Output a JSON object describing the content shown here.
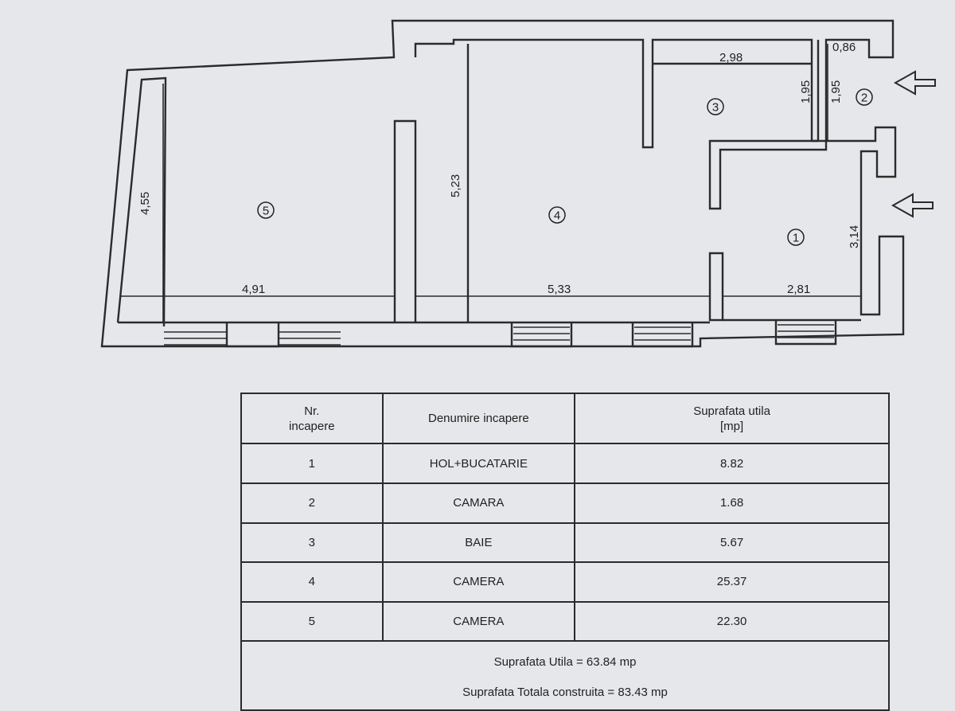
{
  "floor_plan": {
    "rooms": [
      {
        "number": "1"
      },
      {
        "number": "2"
      },
      {
        "number": "3"
      },
      {
        "number": "4"
      },
      {
        "number": "5"
      }
    ],
    "dimensions": {
      "room5_width": "4,91",
      "room5_height": "4,55",
      "room4_width": "5,33",
      "room4_height": "5,23",
      "room3_width": "2,98",
      "room3_height": "1,95",
      "room2_width": "0,86",
      "room2_height": "1,95",
      "room1_width": "2,81",
      "room1_height": "3,14"
    },
    "entrance_arrows": [
      "arrow-left",
      "arrow-left"
    ]
  },
  "table": {
    "headers": {
      "nr": [
        "Nr.",
        "incapere"
      ],
      "name": "Denumire incapere",
      "area": [
        "Suprafata utila",
        "[mp]"
      ]
    },
    "rows": [
      {
        "nr": "1",
        "name": "HOL+BUCATARIE",
        "area": "8.82"
      },
      {
        "nr": "2",
        "name": "CAMARA",
        "area": "1.68"
      },
      {
        "nr": "3",
        "name": "BAIE",
        "area": "5.67"
      },
      {
        "nr": "4",
        "name": "CAMERA",
        "area": "25.37"
      },
      {
        "nr": "5",
        "name": "CAMERA",
        "area": "22.30"
      }
    ],
    "summary": {
      "usable": "Suprafata Utila = 63.84 mp",
      "total": "Suprafata Totala construita = 83.43 mp"
    }
  }
}
